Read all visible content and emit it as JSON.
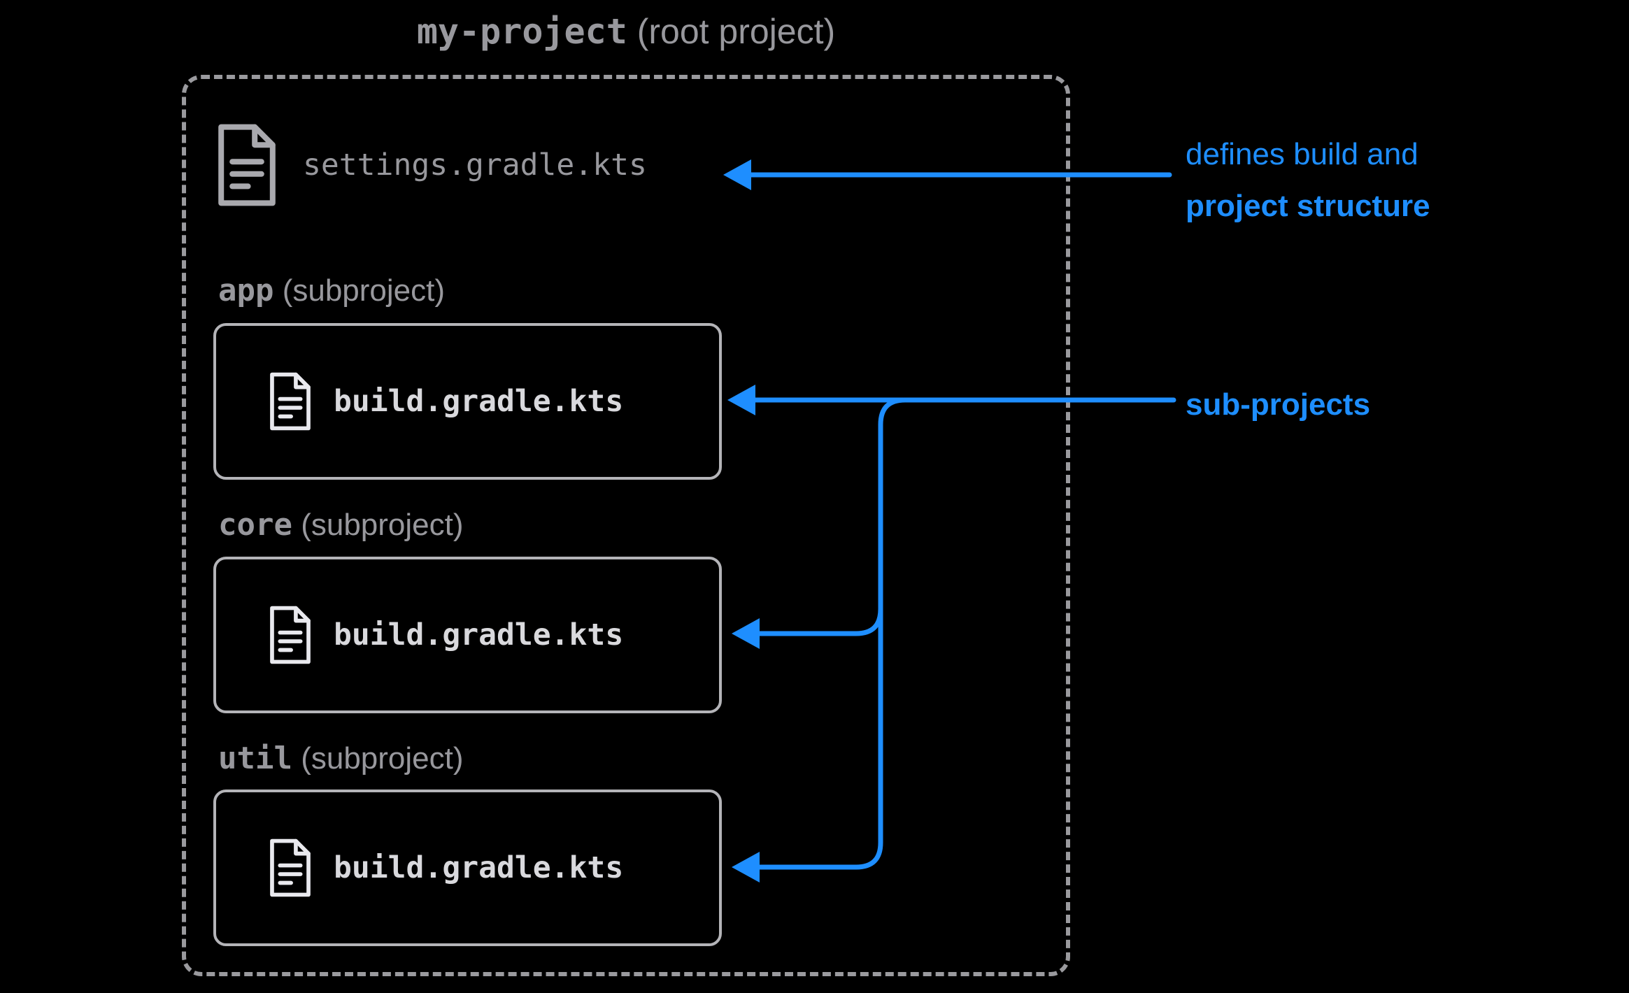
{
  "colors": {
    "background": "#000000",
    "accent_blue": "#1e8eff",
    "gray_text": "#98989d",
    "light_text": "#d9d9dd",
    "box_border": "#b4b4b8",
    "dashed_border": "#9a9a9e"
  },
  "root": {
    "name_code": "my-project",
    "name_suffix": " (root project)"
  },
  "settings_file": {
    "label": "settings.gradle.kts"
  },
  "subprojects": [
    {
      "name_code": "app",
      "suffix": " (subproject)",
      "file": "build.gradle.kts"
    },
    {
      "name_code": "core",
      "suffix": " (subproject)",
      "file": "build.gradle.kts"
    },
    {
      "name_code": "util",
      "suffix": " (subproject)",
      "file": "build.gradle.kts"
    }
  ],
  "annotations": {
    "settings_note_line1": "defines build and",
    "settings_note_line2": "project structure",
    "subprojects_note": "sub-projects"
  }
}
